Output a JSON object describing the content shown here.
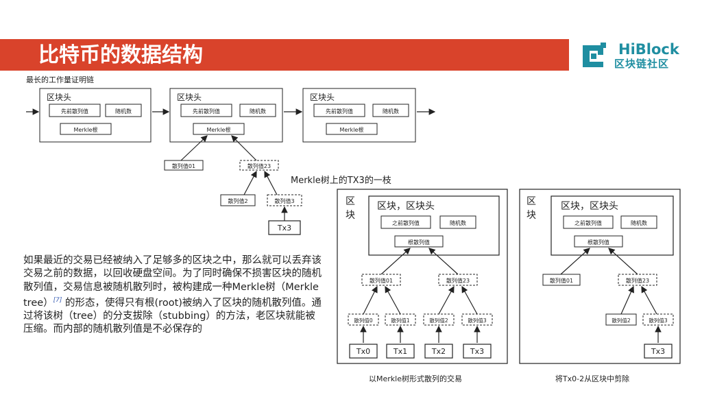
{
  "header": {
    "title": "比特币的数据结构",
    "logo_name": "HiBlock",
    "logo_cn": "区块链社区",
    "accent_color": "#d9432b",
    "logo_color": "#1f8ea1"
  },
  "chain": {
    "caption": "最长的工作量证明链",
    "blocks": [
      {
        "header": "区块头",
        "prev_hash": "先前散列值",
        "nonce": "随机数",
        "merkle": "Merkle根"
      },
      {
        "header": "区块头",
        "prev_hash": "先前散列值",
        "nonce": "随机数",
        "merkle": "Merkle根"
      },
      {
        "header": "区块头",
        "prev_hash": "先前散列值",
        "nonce": "随机数",
        "merkle": "Merkle根"
      }
    ],
    "hash01": "散列值01",
    "hash23": "散列值23",
    "hash2": "散列值2",
    "hash3": "散列值3",
    "tx3": "Tx3"
  },
  "branch_title": "Merkle树上的TX3的一枝",
  "full_tree": {
    "block": "区块",
    "header": "区块，区块头",
    "prev_hash": "之前散列值",
    "nonce": "随机数",
    "root": "根散列值",
    "hash01": "散列值01",
    "hash23": "散列值23",
    "leaves": [
      "散列值0",
      "散列值1",
      "散列值2",
      "散列值3"
    ],
    "txs": [
      "Tx0",
      "Tx1",
      "Tx2",
      "Tx3"
    ],
    "caption": "以Merkle树形式散列的交易"
  },
  "pruned_tree": {
    "block": "区块",
    "header": "区块，区块头",
    "prev_hash": "之前散列值",
    "nonce": "随机数",
    "root": "根散列值",
    "hash01": "散列值01",
    "hash23": "散列值23",
    "hash2": "散列值2",
    "hash3": "散列值3",
    "tx3": "Tx3",
    "caption": "将Tx0-2从区块中剪除"
  },
  "body": {
    "text_before": "如果最近的交易已经被纳入了足够多的区块之中，那么就可以丢弃该交易之前的数据，以回收硬盘空间。为了同时确保不损害区块的随机散列值，交易信息被随机散列时，被构建成一种Merkle树（Merkle tree）",
    "footnote": "[7]",
    "text_after": " 的形态，使得只有根(root)被纳入了区块的随机散列值。通过将该树（tree）的分支拔除（stubbing）的方法，老区块就能被压缩。而内部的随机散列值是不必保存的"
  }
}
